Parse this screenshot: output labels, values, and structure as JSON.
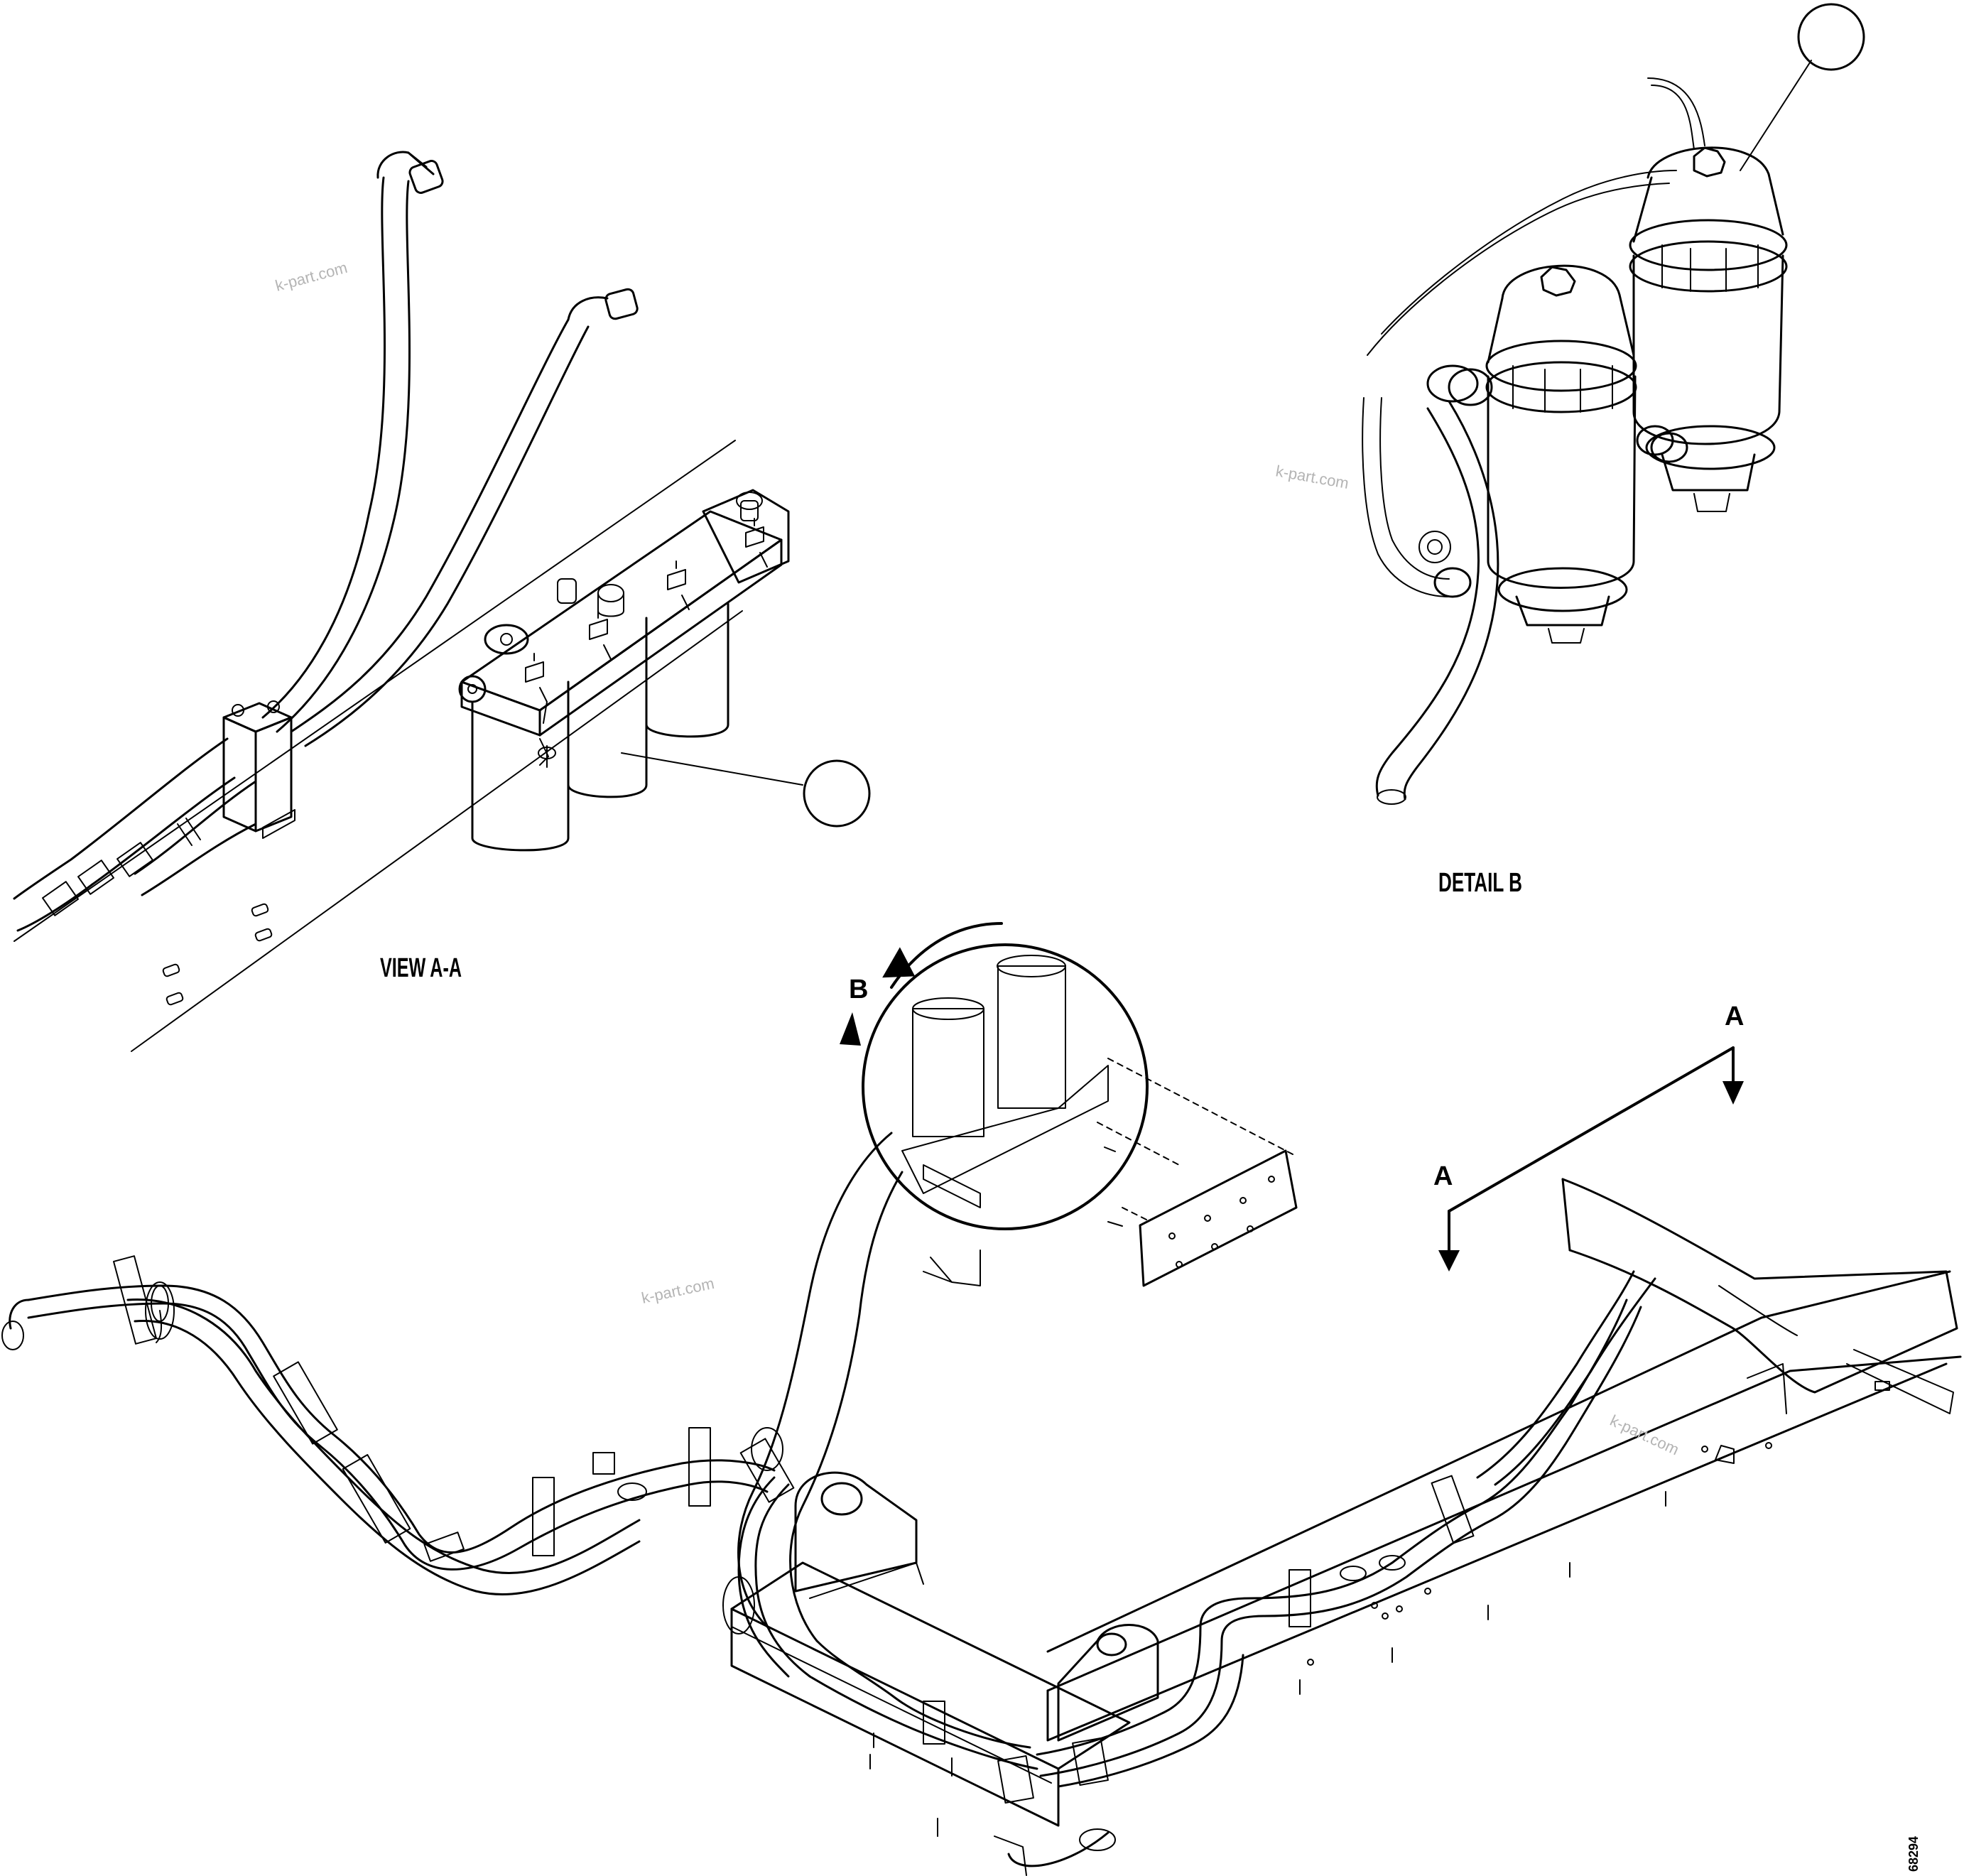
{
  "labels": {
    "view_aa": "VIEW A-A",
    "detail_b": "DETAIL B",
    "section_a_left": "A",
    "section_a_right": "A",
    "detail_b_marker": "B",
    "drawing_number": "68294"
  },
  "watermarks": [
    "k-part.com",
    "k-part.com",
    "k-part.com",
    "k-part.com"
  ],
  "callouts": [
    {
      "id": "view-aa-filter-callout",
      "text": ""
    },
    {
      "id": "detail-b-filter-callout",
      "text": ""
    }
  ]
}
